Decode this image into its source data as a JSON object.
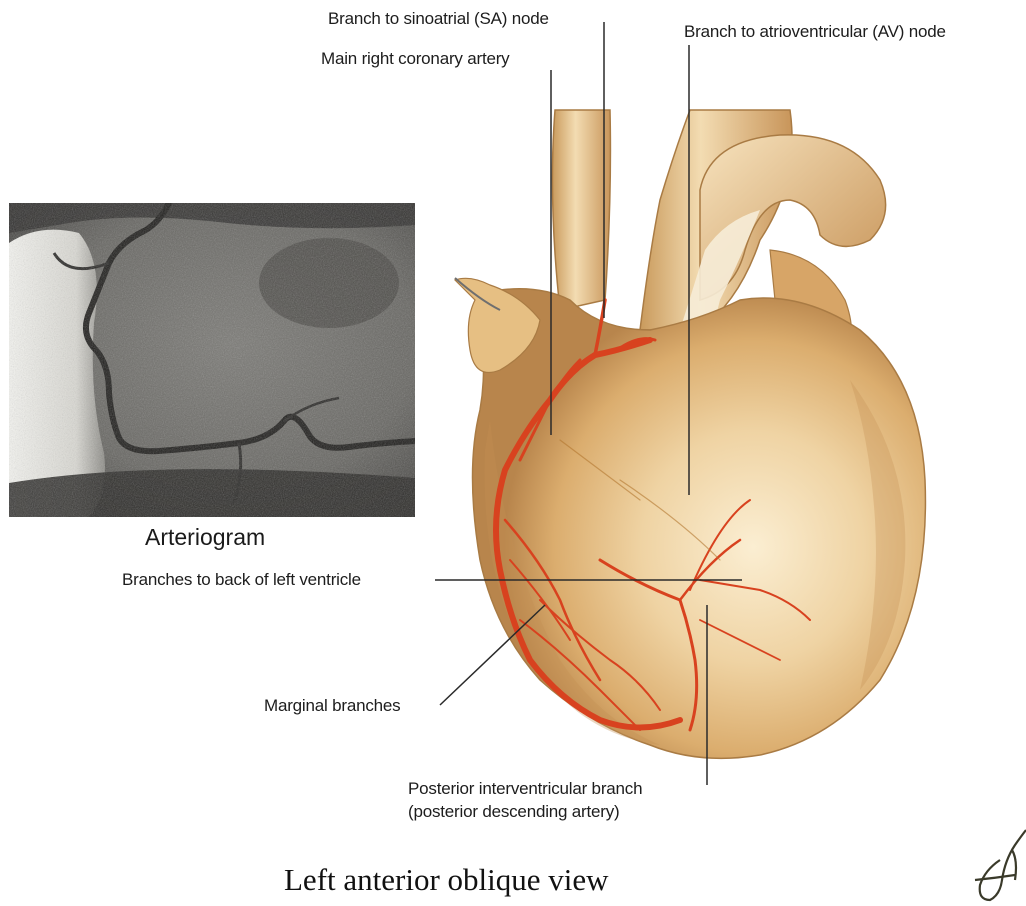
{
  "labels": {
    "sa_node": "Branch to sinoatrial (SA) node",
    "main_rca": "Main right coronary artery",
    "av_node": "Branch to atrioventricular (AV) node",
    "back_left_ventricle": "Branches to back of left ventricle",
    "marginal": "Marginal branches",
    "posterior_line1": "Posterior interventricular branch",
    "posterior_line2": "(posterior descending artery)"
  },
  "arteriogram": {
    "caption": "Arteriogram"
  },
  "view_title": "Left anterior oblique view",
  "colors": {
    "heart_base": "#e9c48c",
    "heart_shadow": "#c8955a",
    "artery": "#d8421f",
    "leader_line": "#2a2a2a",
    "arteriogram_bg": "#6a6a66"
  }
}
